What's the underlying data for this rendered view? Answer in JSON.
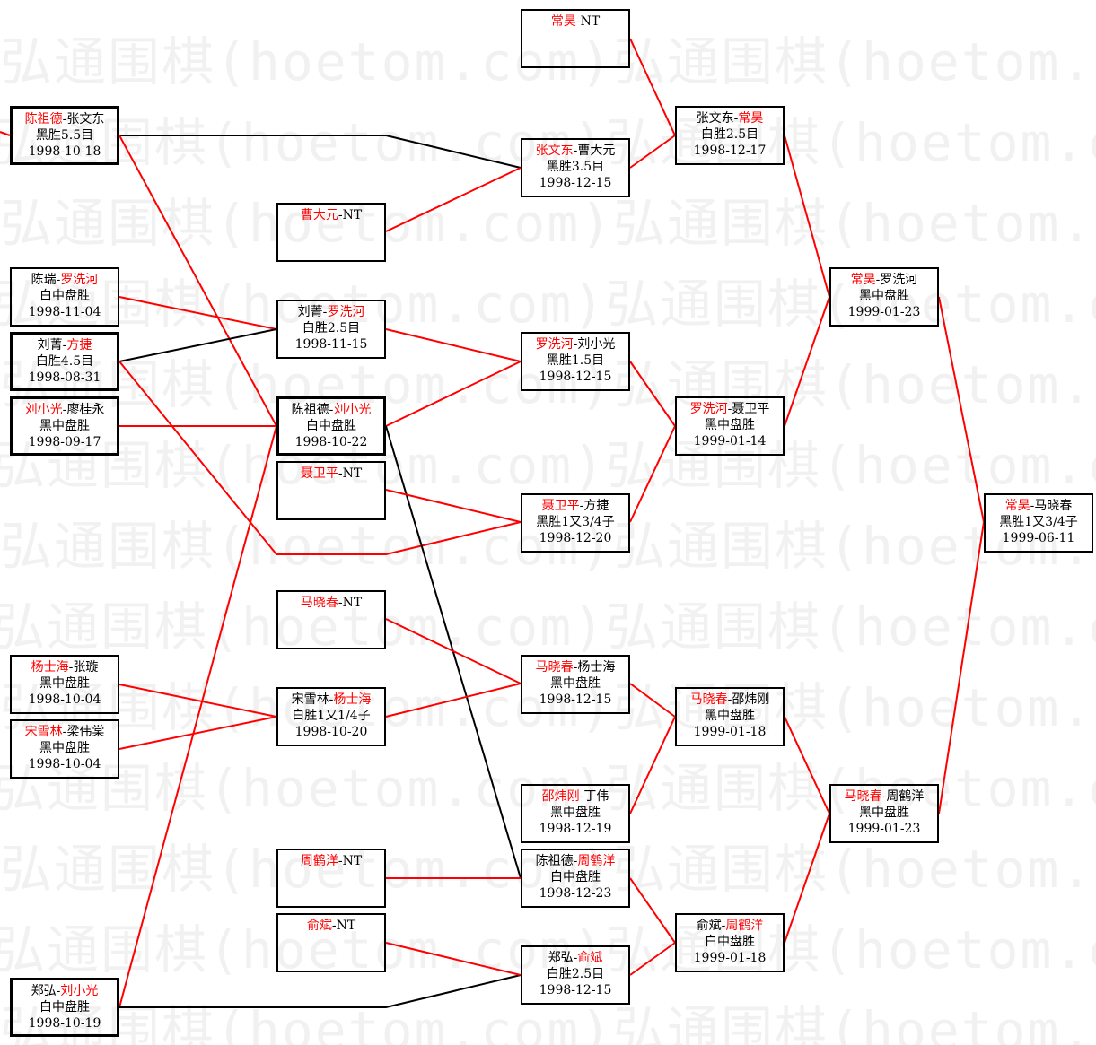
{
  "watermark": {
    "text": "弘通围棋(hoetom.com)弘通围棋(hoetom.com)弘通围棋(hoetom.com)"
  },
  "colors": {
    "winner": "#ff0000",
    "line_red": "#ff0000",
    "line_black": "#000000",
    "border": "#000000"
  },
  "boxes": [
    {
      "id": "r1-chen-zhang",
      "a": "陈祖德",
      "b": "张文东",
      "win": "a",
      "result": "黑胜5.5目",
      "date": "1998-10-18"
    },
    {
      "id": "r1-chen-luo",
      "a": "陈瑞",
      "b": "罗洗河",
      "win": "b",
      "result": "白中盘胜",
      "date": "1998-11-04"
    },
    {
      "id": "r1-liu-fang",
      "a": "刘菁",
      "b": "方捷",
      "win": "b",
      "result": "白胜4.5目",
      "date": "1998-08-31"
    },
    {
      "id": "r1-liu-liao",
      "a": "刘小光",
      "b": "廖桂永",
      "win": "a",
      "result": "黑中盘胜",
      "date": "1998-09-17"
    },
    {
      "id": "r1-yang-zhang",
      "a": "杨士海",
      "b": "张璇",
      "win": "a",
      "result": "黑中盘胜",
      "date": "1998-10-04"
    },
    {
      "id": "r1-song-liang",
      "a": "宋雪林",
      "b": "梁伟棠",
      "win": "a",
      "result": "黑中盘胜",
      "date": "1998-10-04"
    },
    {
      "id": "r1-zheng-liu",
      "a": "郑弘",
      "b": "刘小光",
      "win": "b",
      "result": "白中盘胜",
      "date": "1998-10-19"
    },
    {
      "id": "r2-cao-nt",
      "a": "曹大元",
      "b": "NT",
      "win": "a",
      "result": "",
      "date": ""
    },
    {
      "id": "r2-liu-luo",
      "a": "刘菁",
      "b": "罗洗河",
      "win": "b",
      "result": "白胜2.5目",
      "date": "1998-11-15"
    },
    {
      "id": "r2-chen-liu",
      "a": "陈祖德",
      "b": "刘小光",
      "win": "b",
      "result": "白中盘胜",
      "date": "1998-10-22"
    },
    {
      "id": "r2-nie-nt",
      "a": "聂卫平",
      "b": "NT",
      "win": "a",
      "result": "",
      "date": ""
    },
    {
      "id": "r2-ma-nt",
      "a": "马晓春",
      "b": "NT",
      "win": "a",
      "result": "",
      "date": ""
    },
    {
      "id": "r2-song-yang",
      "a": "宋雪林",
      "b": "杨士海",
      "win": "b",
      "result": "白胜1又1/4子",
      "date": "1998-10-20"
    },
    {
      "id": "r2-zhou-nt",
      "a": "周鹤洋",
      "b": "NT",
      "win": "a",
      "result": "",
      "date": ""
    },
    {
      "id": "r2-yu-nt",
      "a": "俞斌",
      "b": "NT",
      "win": "a",
      "result": "",
      "date": ""
    },
    {
      "id": "r3-chang-nt",
      "a": "常昊",
      "b": "NT",
      "win": "a",
      "result": "",
      "date": ""
    },
    {
      "id": "r3-zhang-cao",
      "a": "张文东",
      "b": "曹大元",
      "win": "a",
      "result": "黑胜3.5目",
      "date": "1998-12-15"
    },
    {
      "id": "r3-luo-liu",
      "a": "罗洗河",
      "b": "刘小光",
      "win": "a",
      "result": "黑胜1.5目",
      "date": "1998-12-15"
    },
    {
      "id": "r3-nie-fang",
      "a": "聂卫平",
      "b": "方捷",
      "win": "a",
      "result": "黑胜1又3/4子",
      "date": "1998-12-20"
    },
    {
      "id": "r3-ma-yang",
      "a": "马晓春",
      "b": "杨士海",
      "win": "a",
      "result": "黑中盘胜",
      "date": "1998-12-15"
    },
    {
      "id": "r3-shao-ding",
      "a": "邵炜刚",
      "b": "丁伟",
      "win": "a",
      "result": "黑中盘胜",
      "date": "1998-12-19"
    },
    {
      "id": "r3-chen-zhou",
      "a": "陈祖德",
      "b": "周鹤洋",
      "win": "b",
      "result": "白中盘胜",
      "date": "1998-12-23"
    },
    {
      "id": "r3-zheng-yu",
      "a": "郑弘",
      "b": "俞斌",
      "win": "b",
      "result": "白胜2.5目",
      "date": "1998-12-15"
    },
    {
      "id": "r4-zhang-chang",
      "a": "张文东",
      "b": "常昊",
      "win": "b",
      "result": "白胜2.5目",
      "date": "1998-12-17"
    },
    {
      "id": "r4-luo-nie",
      "a": "罗洗河",
      "b": "聂卫平",
      "win": "a",
      "result": "黑中盘胜",
      "date": "1999-01-14"
    },
    {
      "id": "r4-ma-shao",
      "a": "马晓春",
      "b": "邵炜刚",
      "win": "a",
      "result": "黑中盘胜",
      "date": "1999-01-18"
    },
    {
      "id": "r4-yu-zhou",
      "a": "俞斌",
      "b": "周鹤洋",
      "win": "b",
      "result": "白中盘胜",
      "date": "1999-01-18"
    },
    {
      "id": "sf-chang-luo",
      "a": "常昊",
      "b": "罗洗河",
      "win": "a",
      "result": "黑中盘胜",
      "date": "1999-01-23"
    },
    {
      "id": "sf-ma-zhou",
      "a": "马晓春",
      "b": "周鹤洋",
      "win": "a",
      "result": "黑中盘胜",
      "date": "1999-01-23"
    },
    {
      "id": "final-chang-ma",
      "a": "常昊",
      "b": "马晓春",
      "win": "a",
      "result": "黑胜1又3/4子",
      "date": "1999-06-11"
    }
  ]
}
